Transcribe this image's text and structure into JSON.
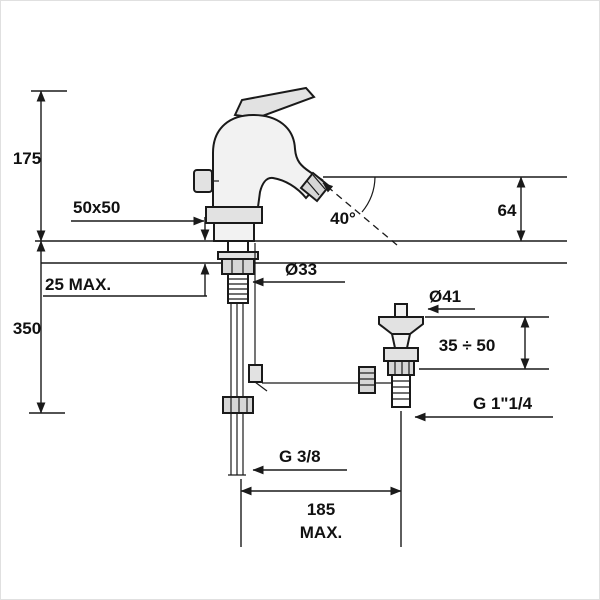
{
  "figure": {
    "alt": "Technical line drawing of a single-lever bidet mixer tap with pop-up waste, annotated with installation dimensions"
  },
  "labels": {
    "height": "175",
    "base_size": "50x50",
    "counter_thickness": "25 MAX.",
    "hose_length": "350",
    "angle": "40°",
    "spout_height": "64",
    "shank_dia": "Ø33",
    "plug_dia": "Ø41",
    "drain_adjust": "35 ÷ 50",
    "drain_thread": "G 1\"1/4",
    "supply_thread": "G 3/8",
    "reach": "185",
    "reach_suffix": "MAX."
  },
  "colors": {
    "line": "#1a1a1a",
    "background": "#ffffff",
    "fill_light": "#f2f2f2"
  }
}
